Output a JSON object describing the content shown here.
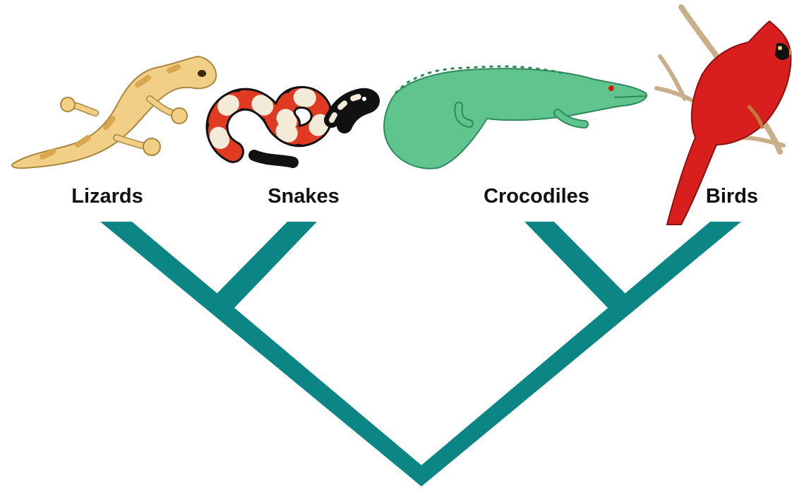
{
  "diagram": {
    "type": "cladogram",
    "colors": {
      "branch": "#0c8585",
      "label": "#111111"
    },
    "taxa": [
      {
        "label": "Lizards",
        "icon": "lizard-illustration"
      },
      {
        "label": "Snakes",
        "icon": "snake-illustration"
      },
      {
        "label": "Crocodiles",
        "icon": "crocodile-illustration"
      },
      {
        "label": "Birds",
        "icon": "cardinal-bird-illustration"
      }
    ],
    "clades": [
      {
        "members": [
          "Lizards",
          "Snakes"
        ]
      },
      {
        "members": [
          "Crocodiles",
          "Birds"
        ]
      }
    ]
  }
}
